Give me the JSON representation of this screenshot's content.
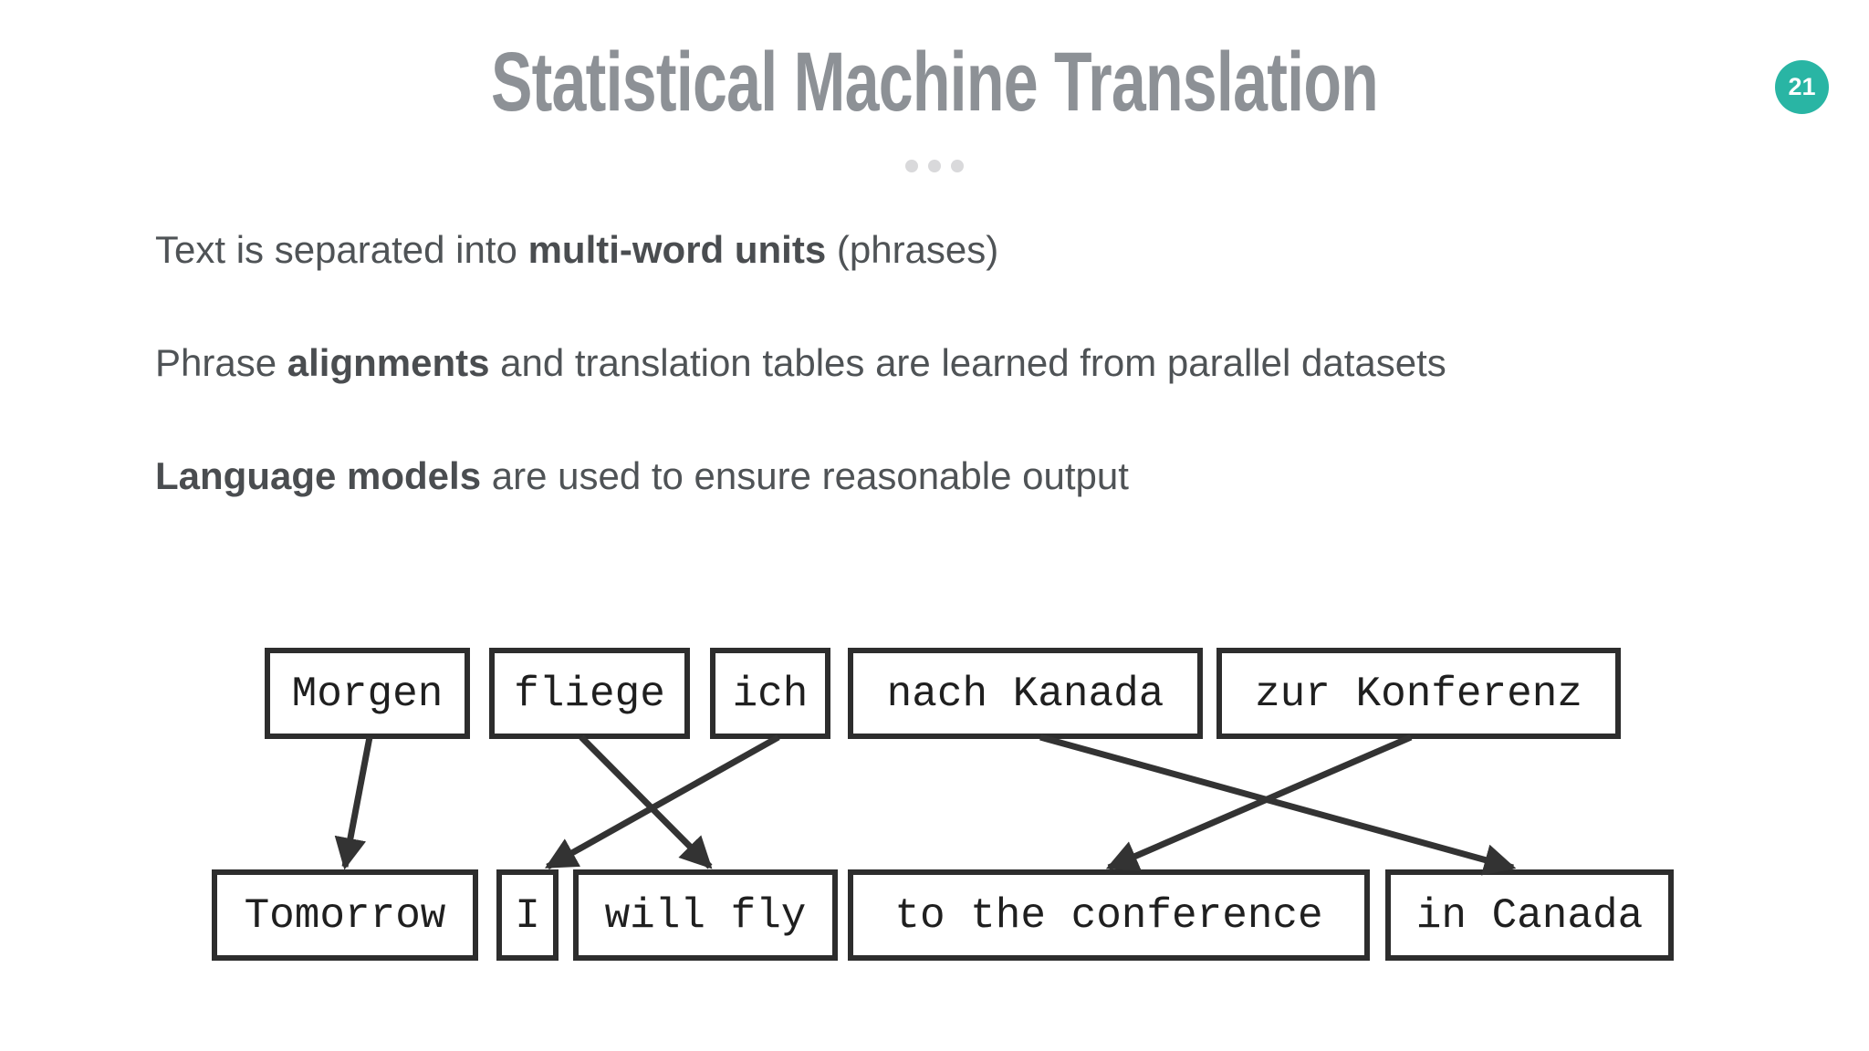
{
  "slide": {
    "page_number": "21",
    "title": "Statistical Machine Translation",
    "colors": {
      "accent": "#29b5a4",
      "title": "#8d9196",
      "body": "#4f5356",
      "diagram_ink": "#2d2d2d"
    }
  },
  "paragraphs": [
    {
      "segments": [
        {
          "text": "Text is separated into ",
          "bold": false
        },
        {
          "text": "multi-word units",
          "bold": true
        },
        {
          "text": " (phrases)",
          "bold": false
        }
      ]
    },
    {
      "segments": [
        {
          "text": "Phrase ",
          "bold": false
        },
        {
          "text": "alignments",
          "bold": true
        },
        {
          "text": " and translation tables are learned from parallel datasets",
          "bold": false
        }
      ]
    },
    {
      "segments": [
        {
          "text": "Language models",
          "bold": true
        },
        {
          "text": " are used to ensure reasonable output",
          "bold": false
        }
      ]
    }
  ],
  "alignment_diagram": {
    "source_phrases": [
      "Morgen",
      "fliege",
      "ich",
      "nach Kanada",
      "zur Konferenz"
    ],
    "target_phrases": [
      "Tomorrow",
      "I",
      "will fly",
      "to the conference",
      "in Canada"
    ],
    "alignments": [
      {
        "source": "Morgen",
        "target": "Tomorrow"
      },
      {
        "source": "fliege",
        "target": "will fly"
      },
      {
        "source": "ich",
        "target": "I"
      },
      {
        "source": "nach Kanada",
        "target": "in Canada"
      },
      {
        "source": "zur Konferenz",
        "target": "to the conference"
      }
    ]
  }
}
